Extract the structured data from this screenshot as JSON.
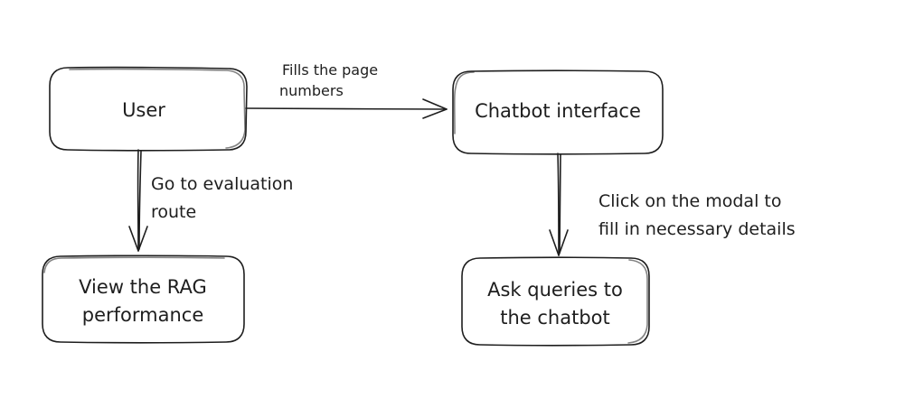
{
  "nodes": {
    "user": {
      "label": "User"
    },
    "chatbot": {
      "label": "Chatbot interface"
    },
    "rag": {
      "lines": [
        "View the RAG",
        "performance"
      ]
    },
    "ask": {
      "lines": [
        "Ask queries to",
        "the chatbot"
      ]
    }
  },
  "edges": {
    "user_to_chatbot": {
      "lines": [
        "Fills the page",
        "numbers"
      ]
    },
    "user_to_rag": {
      "lines": [
        "Go to evaluation",
        "route"
      ]
    },
    "chatbot_to_ask": {
      "lines": [
        "Click on the modal to",
        "fill in necessary details"
      ]
    }
  },
  "colors": {
    "stroke": "#1e1e1e",
    "background": "#ffffff"
  }
}
